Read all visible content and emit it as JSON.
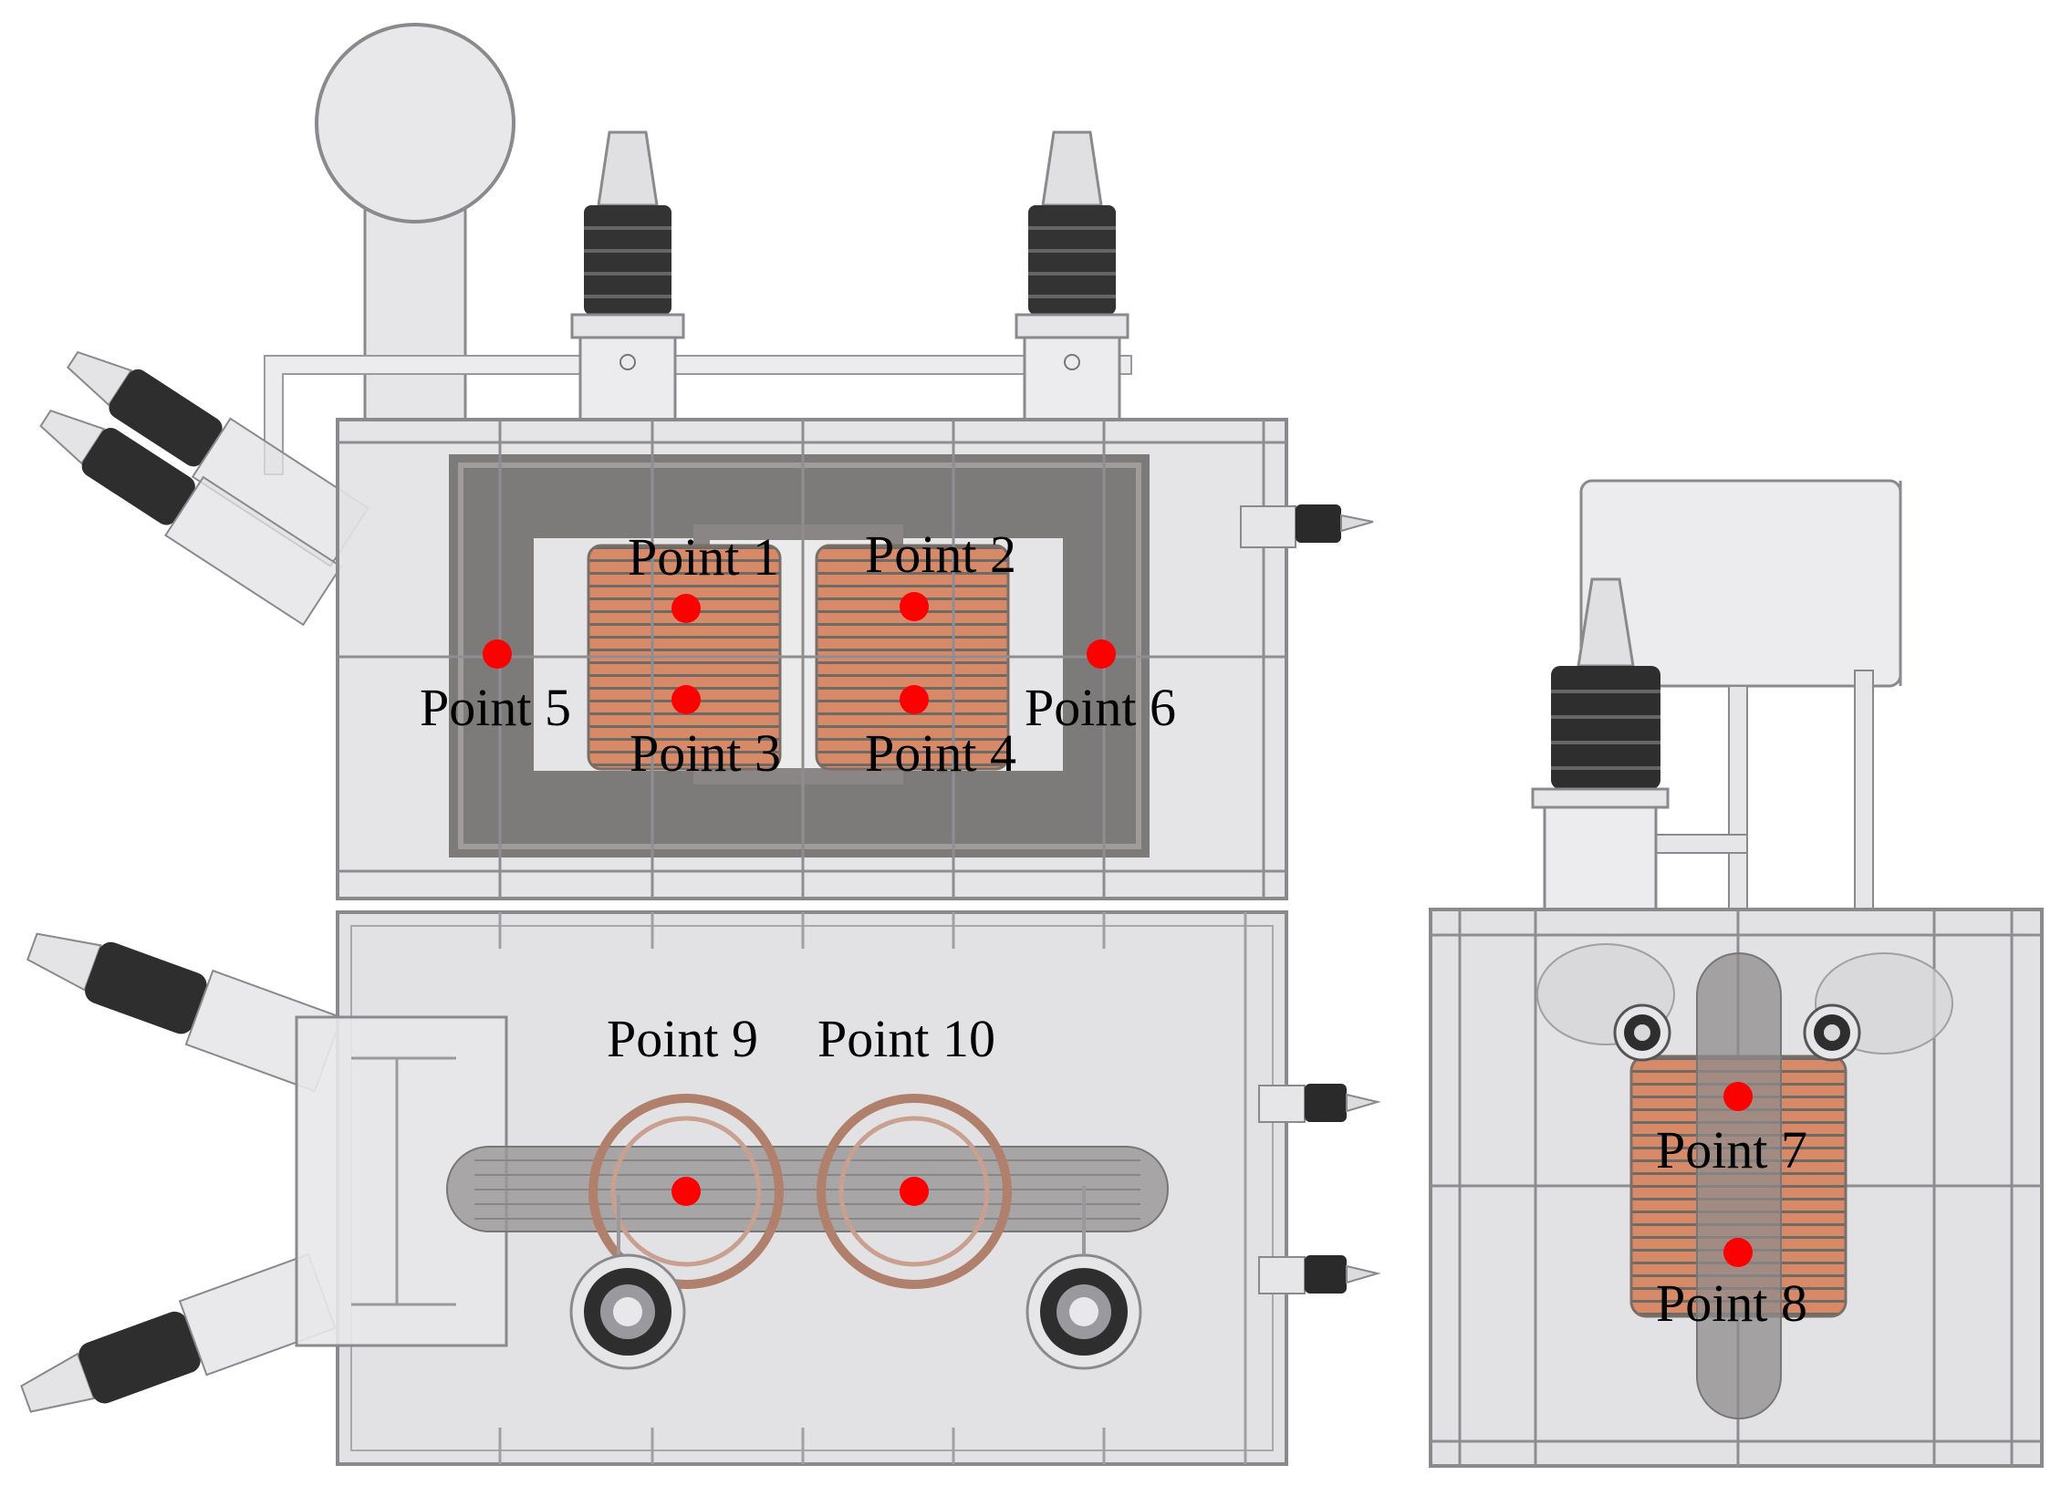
{
  "colors": {
    "tank_fill": "#e4e4e7",
    "tank_stroke": "#8a8a8e",
    "core": "#7d7a7a",
    "winding": "#d88a68",
    "winding_band": "#6e6a66",
    "bushing": "#2b2b2b",
    "marker": "#ff0000"
  },
  "points": {
    "p1": "Point 1",
    "p2": "Point 2",
    "p3": "Point 3",
    "p4": "Point 4",
    "p5": "Point 5",
    "p6": "Point 6",
    "p7": "Point 7",
    "p8": "Point 8",
    "p9": "Point 9",
    "p10": "Point 10"
  },
  "icons": {
    "marker": "measurement-point-icon",
    "bushing": "bushing-icon"
  }
}
